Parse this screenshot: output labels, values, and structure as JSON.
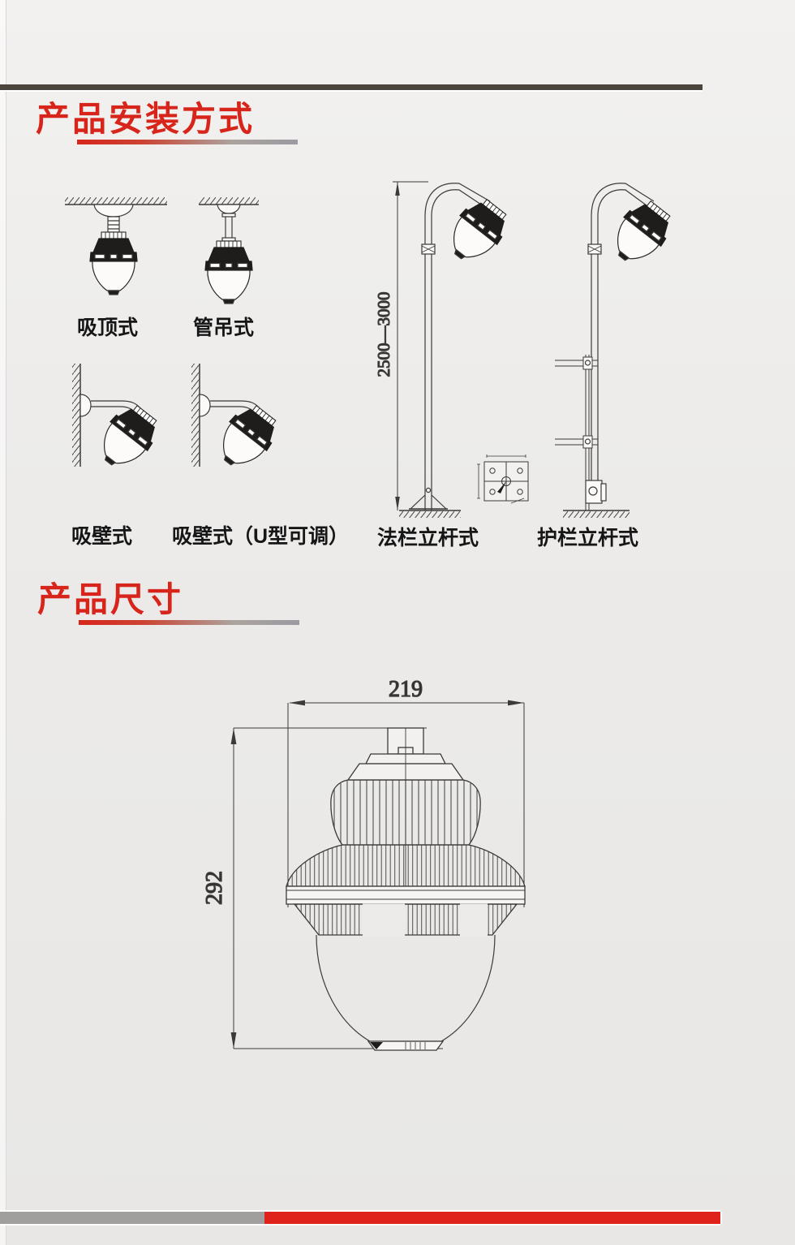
{
  "page": {
    "colors": {
      "accent_red": "#d8251c",
      "top_bar_dark": "#4c453e",
      "bottom_bar_gray": "#a09f9d",
      "bottom_bar_red": "#e0231a",
      "background": "#ecebe9",
      "line_art": "#3c3a38"
    }
  },
  "sections": {
    "installation": {
      "title": "产品安装方式",
      "methods": [
        {
          "label": "吸顶式"
        },
        {
          "label": "管吊式"
        },
        {
          "label": "吸壁式"
        },
        {
          "label": "吸壁式（U型可调）"
        },
        {
          "label": "法栏立杆式"
        },
        {
          "label": "护栏立杆式"
        }
      ],
      "pole_height_dim": "2500—3000"
    },
    "dimensions": {
      "title": "产品尺寸",
      "width_mm": "219",
      "height_mm": "292"
    }
  }
}
